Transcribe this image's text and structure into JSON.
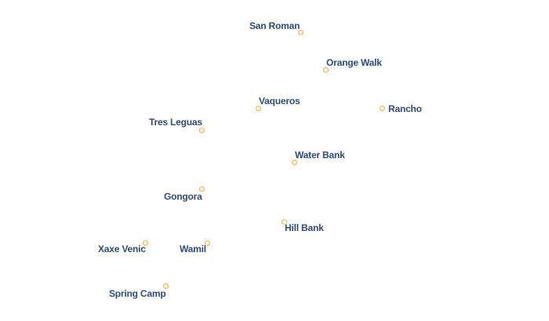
{
  "places": [
    {
      "id": "san-roman",
      "name": "San Roman"
    },
    {
      "id": "orange-walk",
      "name": "Orange Walk"
    },
    {
      "id": "vaqueros",
      "name": "Vaqueros"
    },
    {
      "id": "rancho",
      "name": "Rancho"
    },
    {
      "id": "tres-leguas",
      "name": "Tres Leguas"
    },
    {
      "id": "water-bank",
      "name": "Water Bank"
    },
    {
      "id": "gongora",
      "name": "Gongora"
    },
    {
      "id": "hill-bank",
      "name": "Hill Bank"
    },
    {
      "id": "xaxe-venic",
      "name": "Xaxe Venic"
    },
    {
      "id": "wamil",
      "name": "Wamil"
    },
    {
      "id": "spring-camp",
      "name": "Spring Camp"
    }
  ],
  "colors": {
    "label": "#2f4a7a",
    "marker_stroke": "#e8b04a",
    "marker_fill": "#fff6df",
    "background": "#ffffff"
  }
}
